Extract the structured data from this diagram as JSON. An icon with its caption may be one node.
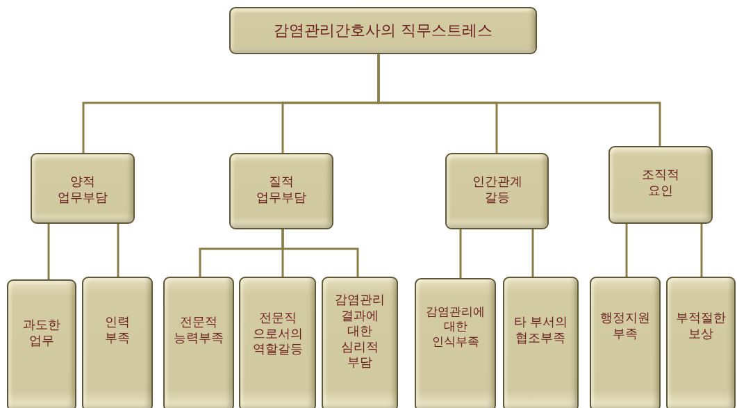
{
  "diagram": {
    "nodes": [
      {
        "text": [
          "감염관리간호사의 직무스트레스"
        ]
      },
      {
        "text": [
          "양적 업무부담"
        ]
      },
      {
        "text": [
          "질적 업무부담"
        ]
      },
      {
        "text": [
          "인간관계 갈등"
        ]
      },
      {
        "text": [
          "조직적 요인"
        ]
      },
      {
        "text": [
          "과도한 업무"
        ]
      },
      {
        "text": [
          "인력 부족"
        ]
      },
      {
        "text": [
          "전문적 능력부족"
        ]
      },
      {
        "text": [
          "전문직 으로서의 역할갈등"
        ]
      },
      {
        "text": [
          "감염관리 결과에 대한 심리적 부담"
        ]
      },
      {
        "text": [
          "감염관리에 대한 인식부족"
        ]
      },
      {
        "text": [
          "타 부서의 협조부족"
        ]
      },
      {
        "text": [
          "행정지원 부족"
        ]
      },
      {
        "text": [
          "부적절한 보상"
        ]
      }
    ],
    "edges": [
      {
        "from": 0,
        "to": 1,
        "arrow": "none"
      },
      {
        "from": 0,
        "to": 2,
        "arrow": "none"
      },
      {
        "from": 0,
        "to": 3,
        "arrow": "none"
      },
      {
        "from": 0,
        "to": 4,
        "arrow": "none"
      },
      {
        "from": 1,
        "to": 5,
        "arrow": "none"
      },
      {
        "from": 1,
        "to": 6,
        "arrow": "none"
      },
      {
        "from": 2,
        "to": 7,
        "arrow": "none"
      },
      {
        "from": 2,
        "to": 8,
        "arrow": "none"
      },
      {
        "from": 2,
        "to": 9,
        "arrow": "none"
      },
      {
        "from": 3,
        "to": 10,
        "arrow": "none"
      },
      {
        "from": 3,
        "to": 11,
        "arrow": "none"
      },
      {
        "from": 4,
        "to": 12,
        "arrow": "none"
      },
      {
        "from": 4,
        "to": 13,
        "arrow": "none"
      }
    ]
  }
}
